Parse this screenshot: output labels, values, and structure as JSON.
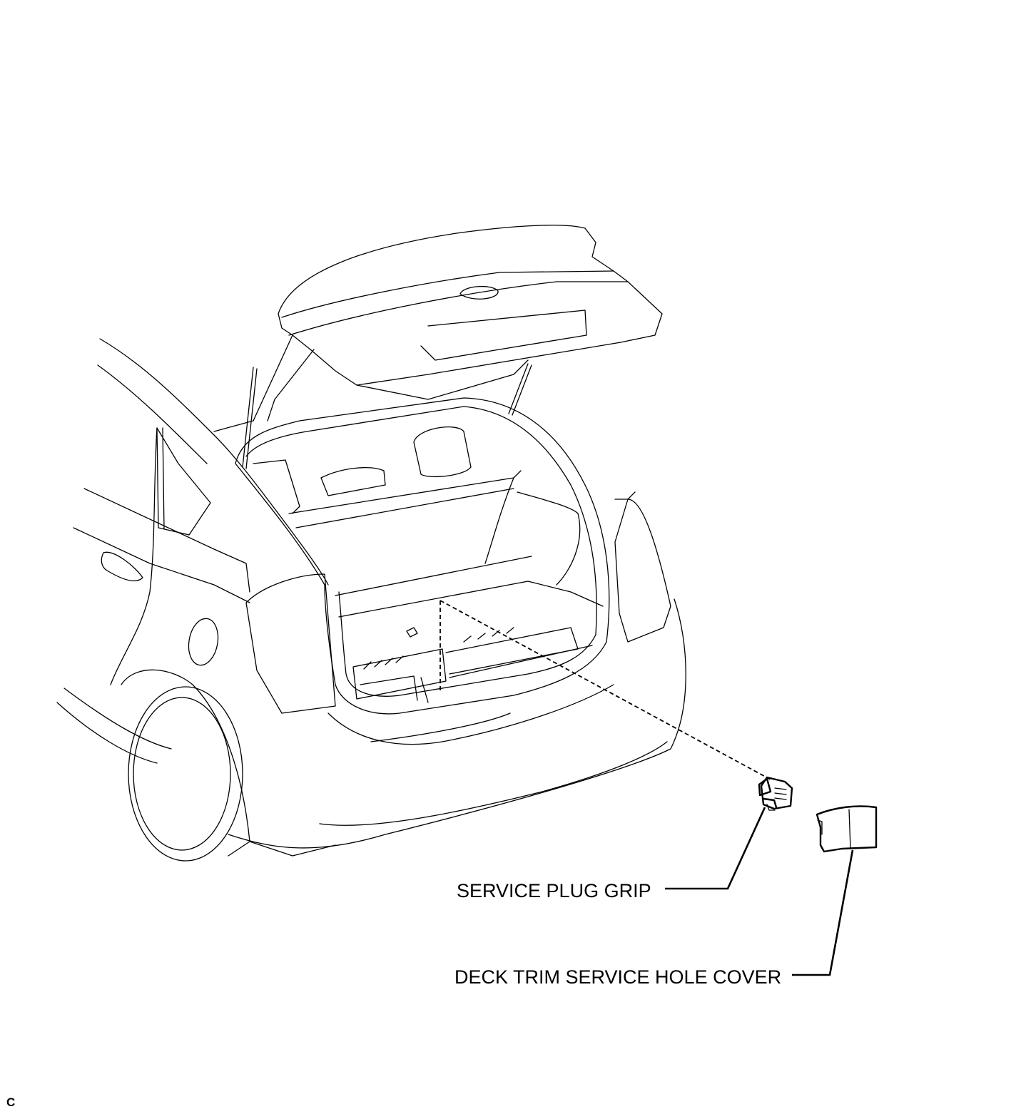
{
  "labels": {
    "service_plug_grip": "SERVICE PLUG GRIP",
    "deck_trim_cover": "DECK TRIM SERVICE HOLE COVER"
  },
  "corner_mark": "C"
}
